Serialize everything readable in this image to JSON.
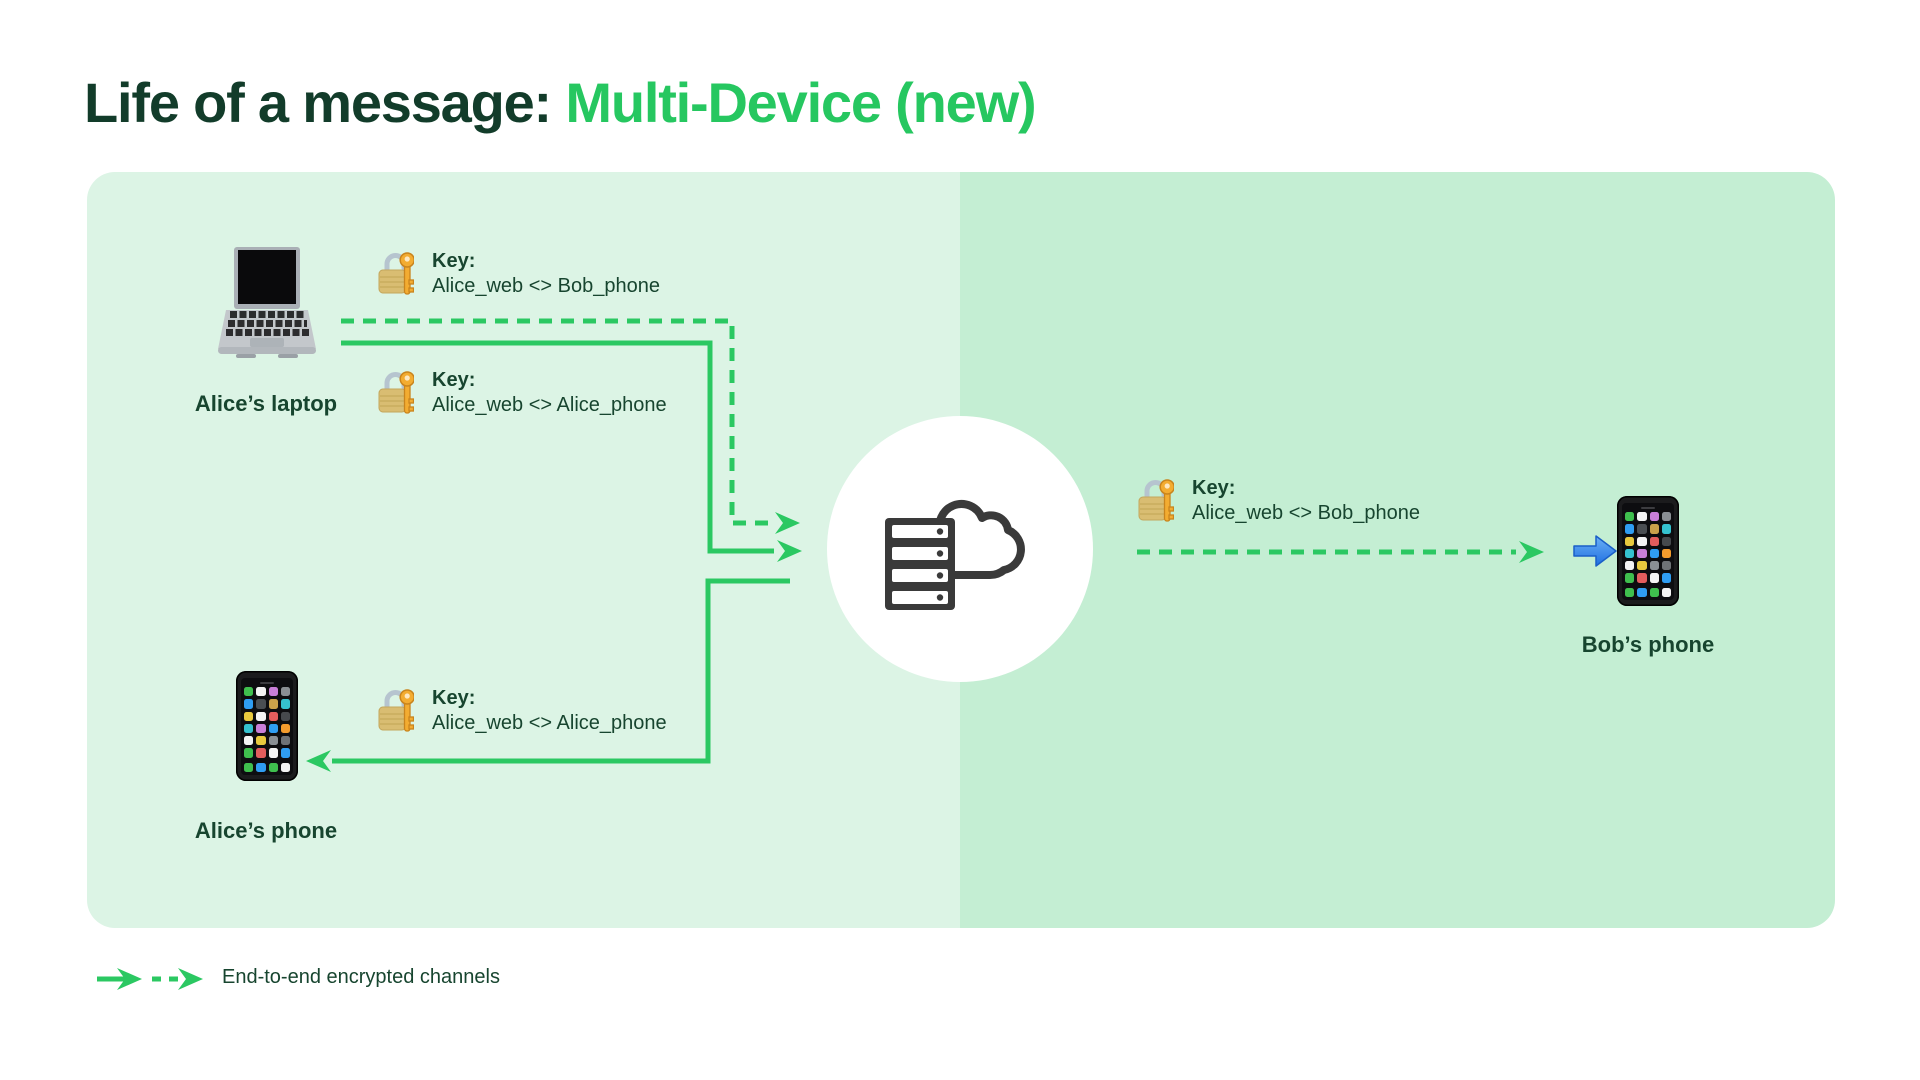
{
  "title": {
    "prefix": "Life of a message: ",
    "highlight": "Multi-Device (new)"
  },
  "diagram": {
    "nodes": {
      "alice_laptop": {
        "label": "Alice’s laptop",
        "icon": "laptop-icon"
      },
      "alice_phone": {
        "label": "Alice’s phone",
        "icon": "smartphone-icon"
      },
      "bob_phone": {
        "label": "Bob’s phone",
        "icon": "smartphone-icon",
        "incoming_icon": "blue-arrow-icon"
      },
      "server": {
        "icon": "server-cloud-icon"
      }
    },
    "keys": [
      {
        "label": "Key:",
        "value": "Alice_web <> Bob_phone",
        "icon": "lock-key-icon",
        "position": "laptop-top"
      },
      {
        "label": "Key:",
        "value": "Alice_web <> Alice_phone",
        "icon": "lock-key-icon",
        "position": "laptop-bottom"
      },
      {
        "label": "Key:",
        "value": "Alice_web <> Alice_phone",
        "icon": "lock-key-icon",
        "position": "alice-phone"
      },
      {
        "label": "Key:",
        "value": "Alice_web <> Bob_phone",
        "icon": "lock-key-icon",
        "position": "server-to-bob"
      }
    ],
    "channels": [
      {
        "from": "alice_laptop",
        "to": "server",
        "style": "dashed"
      },
      {
        "from": "alice_laptop",
        "to": "server",
        "style": "solid"
      },
      {
        "from": "server",
        "to": "alice_phone",
        "style": "solid"
      },
      {
        "from": "server",
        "to": "bob_phone",
        "style": "dashed"
      }
    ]
  },
  "legend": {
    "text": "End-to-end encrypted channels"
  },
  "colors": {
    "accent_green": "#26c760",
    "arrow_green": "#2bc862",
    "title_dark_green": "#123c2a",
    "text_green": "#17452f",
    "panel_left": "#dcf4e5",
    "panel_right": "#c4eed3",
    "server_icon": "#3a3a3a",
    "circle_bg": "#ffffff"
  }
}
